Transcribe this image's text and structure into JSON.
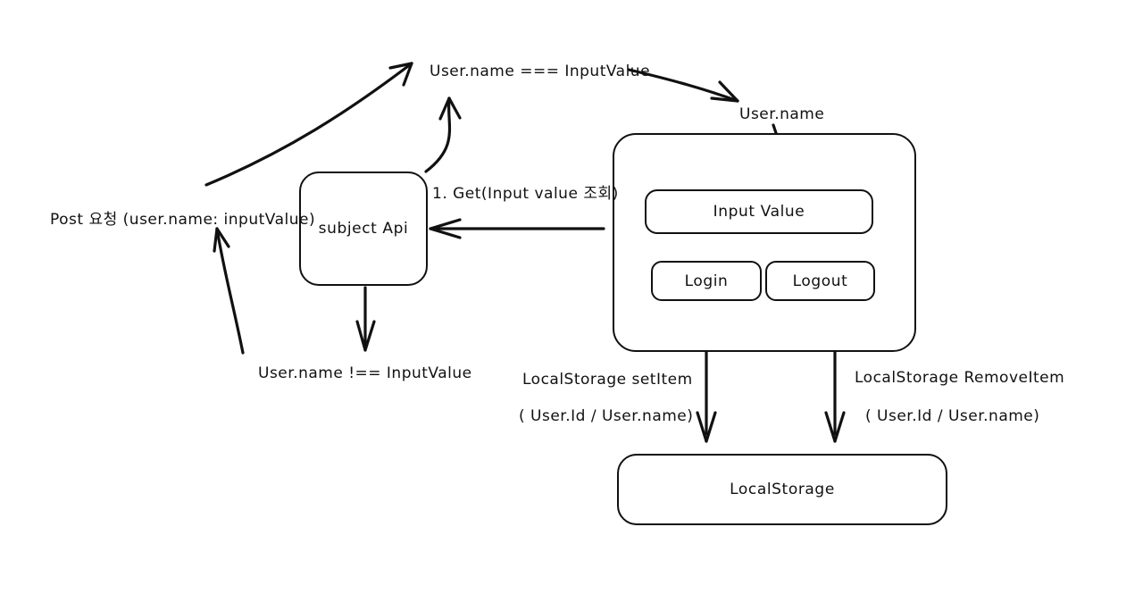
{
  "diagram": {
    "title": "Login / Logout authentication flow whiteboard sketch",
    "stroke_color": "#111111",
    "background_color": "#ffffff",
    "style": "hand-drawn whiteboard"
  },
  "nodes": {
    "subject_api": {
      "label": "subject Api"
    },
    "app_panel": {
      "label": ""
    },
    "input_value": {
      "label": "Input Value"
    },
    "login_button": {
      "label": "Login"
    },
    "logout_button": {
      "label": "Logout"
    },
    "local_storage": {
      "label": "LocalStorage"
    }
  },
  "edge_labels": {
    "match": "User.name === InputValue",
    "post_request": "Post 요청 (user.name: inputValue)",
    "get_input_value": "1. Get(Input value 조회)",
    "user_name": "User.name",
    "mismatch": "User.name !== InputValue",
    "set_item": "LocalStorage setItem",
    "set_item_args": "( User.Id / User.name)",
    "remove_item": "LocalStorage RemoveItem",
    "remove_item_args": "( User.Id / User.name)"
  }
}
